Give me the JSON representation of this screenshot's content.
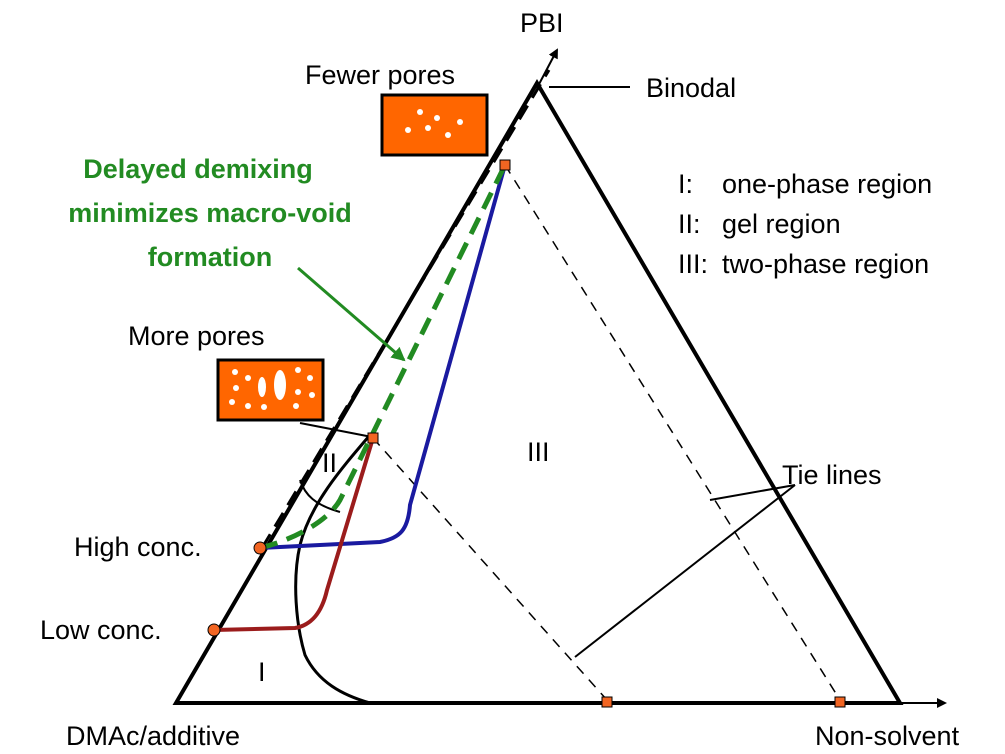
{
  "apex_label": "PBI",
  "left_vertex_label": "DMAc/additive",
  "right_vertex_label": "Non-solvent",
  "binodal_label": "Binodal",
  "fewer_pores_label": "Fewer pores",
  "more_pores_label": "More pores",
  "annotation": {
    "line1": "Delayed demixing",
    "line2": "minimizes macro-void",
    "line3": "formation"
  },
  "legend": {
    "items": [
      {
        "key": "I:",
        "text": "one-phase region"
      },
      {
        "key": "II:",
        "text": "gel region"
      },
      {
        "key": "III:",
        "text": "two-phase region"
      }
    ]
  },
  "region_labels": {
    "one": "I",
    "two": "II",
    "three": "III"
  },
  "tie_lines_label": "Tie lines",
  "high_conc_label": "High conc.",
  "low_conc_label": "Low conc.",
  "colors": {
    "annotation_green": "#228b22",
    "blue_path": "#1a1aa0",
    "red_path": "#9b1c1c",
    "marker_orange": "#f26522",
    "pore_box_fill": "#ff6600"
  }
}
